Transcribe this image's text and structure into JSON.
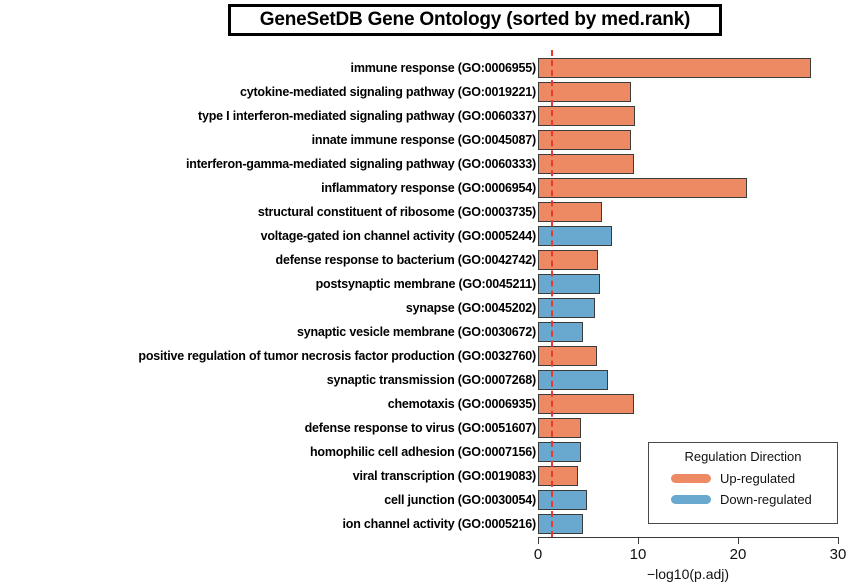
{
  "chart_data": {
    "type": "bar",
    "title": "GeneSetDB Gene Ontology (sorted by med.rank)",
    "xlabel": "−log10(p.adj)",
    "ylabel": "",
    "orientation": "horizontal",
    "xlim": [
      0,
      30
    ],
    "xticks": [
      0,
      10,
      20,
      30
    ],
    "xtick_labels": [
      "0",
      "10",
      "20",
      "30"
    ],
    "grid": false,
    "threshold_line": {
      "value": 1.3,
      "style": "dashed",
      "color": "#e8392f"
    },
    "legend": {
      "position": "bottom-right",
      "title": "Regulation Direction",
      "entries": [
        {
          "label": "Up-regulated",
          "color": "#ee8a63"
        },
        {
          "label": "Down-regulated",
          "color": "#6aa9cf"
        }
      ]
    },
    "categories": [
      "immune response (GO:0006955)",
      "cytokine-mediated signaling pathway (GO:0019221)",
      "type I interferon-mediated signaling pathway (GO:0060337)",
      "innate immune response (GO:0045087)",
      "interferon-gamma-mediated signaling pathway (GO:0060333)",
      "inflammatory response (GO:0006954)",
      "structural constituent of ribosome (GO:0003735)",
      "voltage-gated ion channel activity (GO:0005244)",
      "defense response to bacterium (GO:0042742)",
      "postsynaptic membrane (GO:0045211)",
      "synapse (GO:0045202)",
      "synaptic vesicle membrane (GO:0030672)",
      "positive regulation of tumor necrosis factor production (GO:0032760)",
      "synaptic transmission (GO:0007268)",
      "chemotaxis (GO:0006935)",
      "defense response to virus (GO:0051607)",
      "homophilic cell adhesion (GO:0007156)",
      "viral transcription (GO:0019083)",
      "cell junction (GO:0030054)",
      "ion channel activity (GO:0005216)"
    ],
    "values": [
      27.3,
      9.3,
      9.7,
      9.3,
      9.6,
      20.9,
      6.4,
      7.4,
      6.0,
      6.2,
      5.7,
      4.5,
      5.9,
      7.0,
      9.6,
      4.3,
      4.3,
      4.0,
      4.9,
      4.5
    ],
    "direction": [
      "up",
      "up",
      "up",
      "up",
      "up",
      "up",
      "up",
      "down",
      "up",
      "down",
      "down",
      "down",
      "up",
      "down",
      "up",
      "up",
      "down",
      "up",
      "down",
      "down"
    ]
  }
}
